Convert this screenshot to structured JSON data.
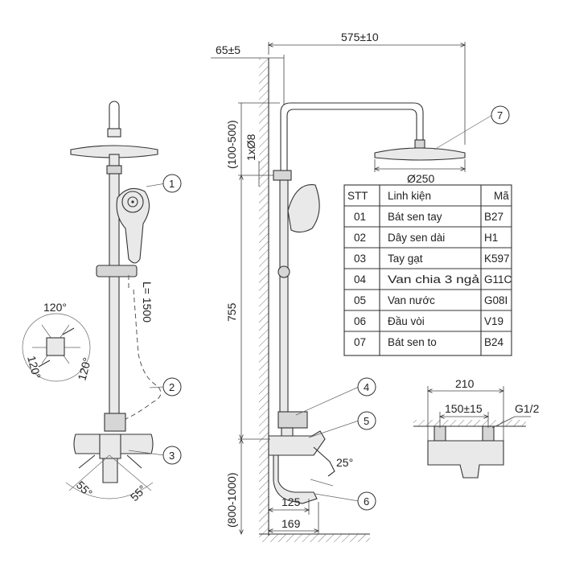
{
  "dimensions": {
    "top_width": "575±10",
    "wall_offset": "65±5",
    "head_height_range": "(100-500)",
    "pipe_dia": "1xØ8",
    "head_dia": "Ø250",
    "riser_height": "755",
    "mount_height": "(800-1000)",
    "spout_125": "125",
    "spout_169": "169",
    "spout_angle": "25°",
    "hose_length": "L= 1500",
    "rot_120_top": "120°",
    "rot_120_left": "120°",
    "rot_120_right": "120°",
    "rot_55_left": "55°",
    "rot_55_right": "55°",
    "valve_210": "210",
    "valve_150": "150±15",
    "valve_thread": "G1/2"
  },
  "callouts": [
    "1",
    "2",
    "3",
    "4",
    "5",
    "6",
    "7"
  ],
  "table": {
    "headers": [
      "STT",
      "Linh kiện",
      "Mã"
    ],
    "rows": [
      [
        "01",
        "Bát sen tay",
        "B27"
      ],
      [
        "02",
        "Dây sen dài",
        "H1"
      ],
      [
        "03",
        "Tay gạt",
        "K597"
      ],
      [
        "04",
        "Van chia 3 ngả",
        "G11C"
      ],
      [
        "05",
        "Van nước",
        "G08I"
      ],
      [
        "06",
        "Đầu vòi",
        "V19"
      ],
      [
        "07",
        "Bát sen to",
        "B24"
      ]
    ]
  }
}
